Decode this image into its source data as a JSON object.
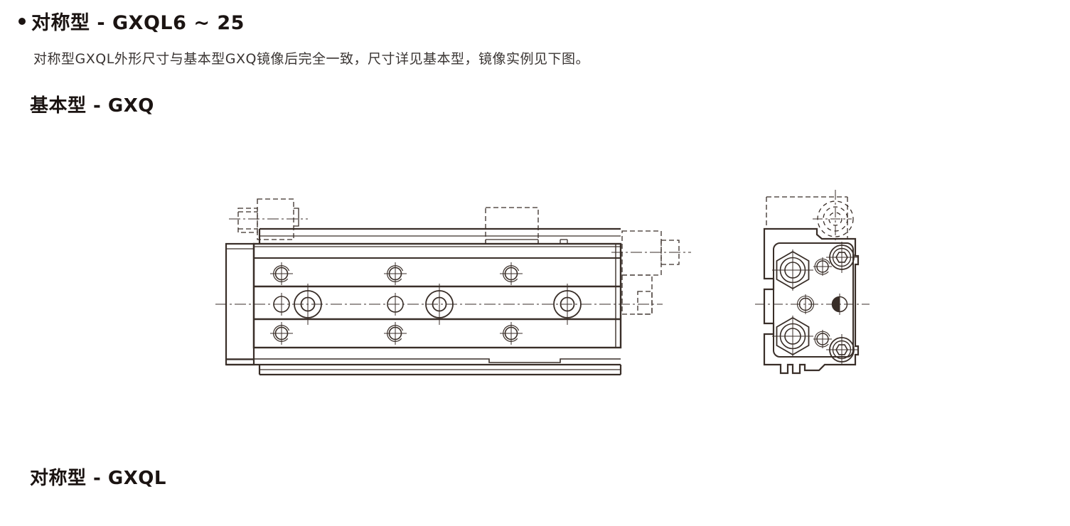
{
  "page": {
    "bullet_glyph": "●",
    "symmetric_section": {
      "title": "对称型 - GXQL6 ~ 25",
      "description": "对称型GXQL外形尺寸与基本型GXQ镜像后完全一致，尺寸详见基本型，镜像实例见下图。"
    },
    "basic_section": {
      "title": "基本型 - GXQ"
    },
    "symmetric_footer_section": {
      "title": "对称型 - GXQL"
    },
    "colors": {
      "drawing_line": "#392e28",
      "heading_text": "#1b1412",
      "body_text": "#3a3533",
      "background": "#ffffff"
    }
  }
}
